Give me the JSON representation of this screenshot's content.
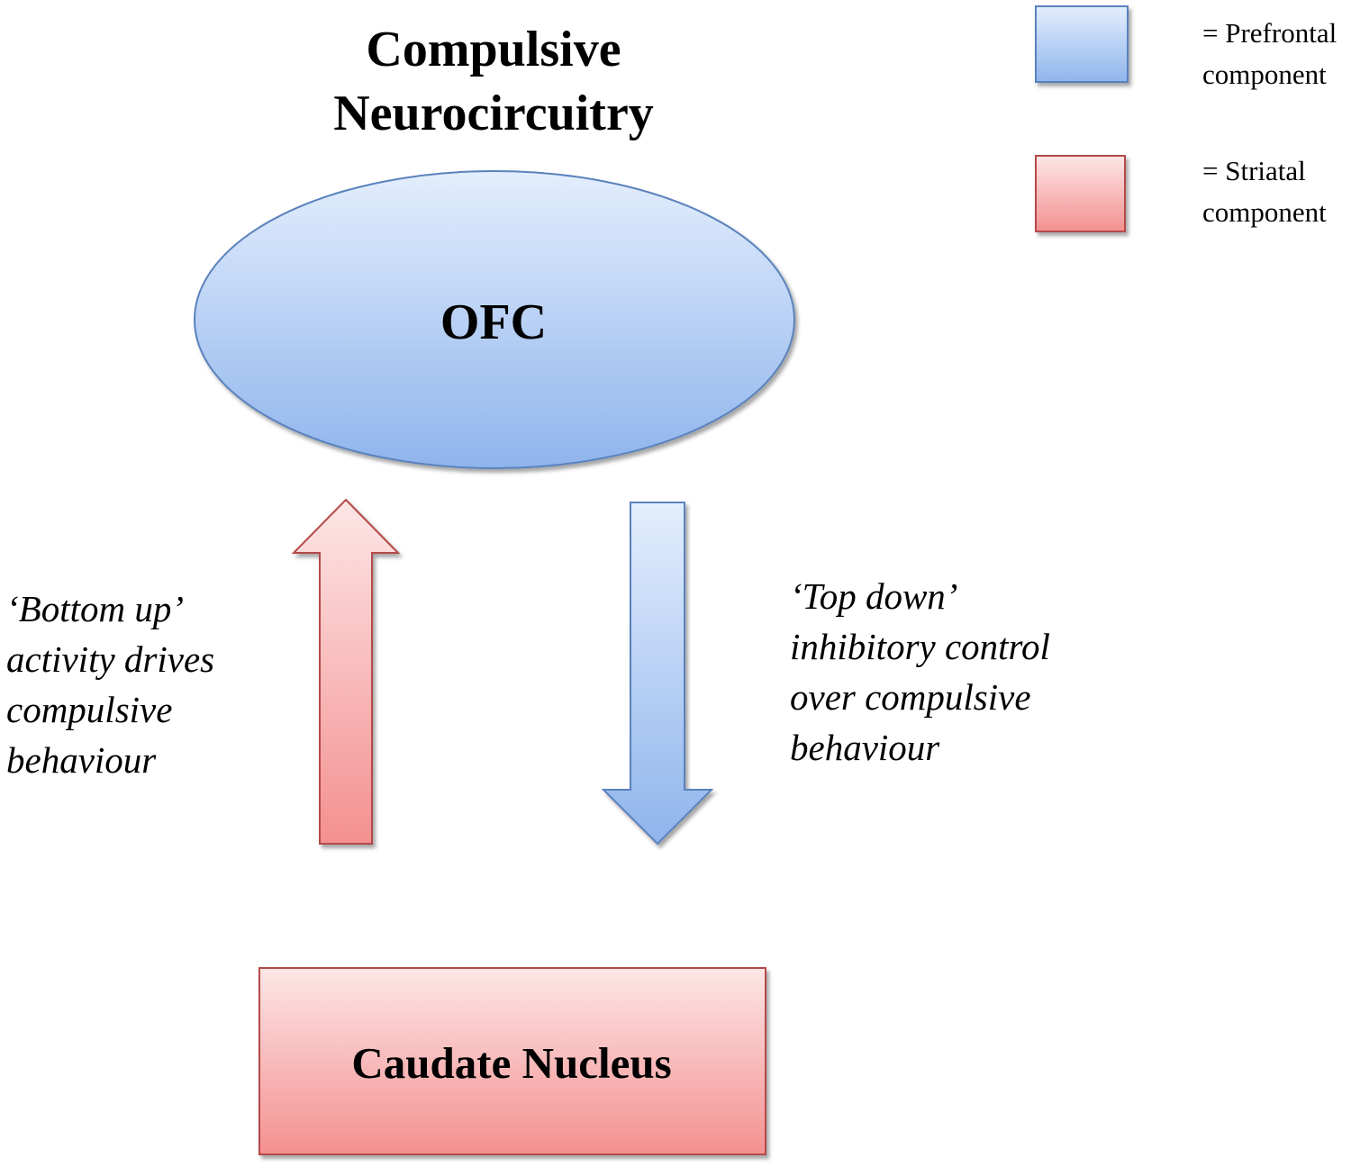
{
  "title": {
    "line1": "Compulsive",
    "line2": "Neurocircuitry"
  },
  "nodes": {
    "ofc": "OFC",
    "caudate": "Caudate Nucleus"
  },
  "legend": {
    "prefrontal": {
      "line1": "= Prefrontal",
      "line2": "component"
    },
    "striatal": {
      "line1": "= Striatal",
      "line2": "component"
    }
  },
  "arrows": {
    "bottom_up": [
      "‘Bottom up’",
      "activity drives",
      "compulsive",
      "behaviour"
    ],
    "top_down": [
      "‘Top down’",
      "inhibitory control",
      "over compulsive",
      "behaviour"
    ]
  },
  "colors": {
    "prefrontal_light": "#e3eefd",
    "prefrontal_dark": "#8fb4ec",
    "prefrontal_stroke": "#5a82bd",
    "striatal_light": "#fde6e6",
    "striatal_dark": "#f49090",
    "striatal_stroke": "#b54a4a"
  }
}
